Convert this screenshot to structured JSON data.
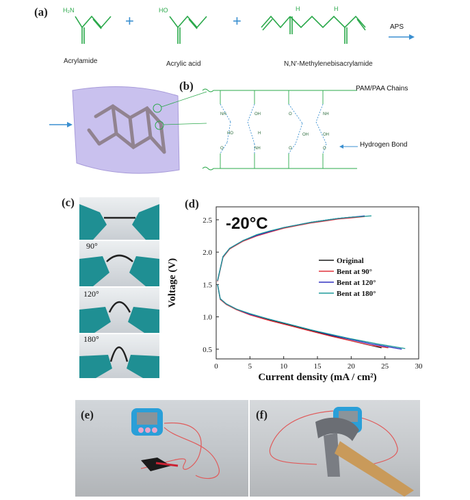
{
  "panels": {
    "a": "(a)",
    "b": "(b)",
    "c": "(c)",
    "d": "(d)",
    "e": "(e)",
    "f": "(f)"
  },
  "reaction": {
    "amide_group": "H₂N",
    "acid_group": "HO",
    "nh_label": "H",
    "plus": "+",
    "reagent_1": "Acrylamide",
    "reagent_2": "Acrylic acid",
    "reagent_3": "N,N'-Methylenebisacrylamide",
    "initiator": "APS"
  },
  "network": {
    "chains_label": "PAM/PAA Chains",
    "hbond_label": "Hydrogen Bond"
  },
  "bending": {
    "angles": [
      "90°",
      "120°",
      "180°"
    ]
  },
  "chart_data": {
    "type": "line",
    "title": "-20°C",
    "xlabel": "Current density (mA / cm²)",
    "ylabel": "Voltage (V)",
    "xlim": [
      0,
      30
    ],
    "ylim": [
      0.35,
      2.7
    ],
    "xticks": [
      "0",
      "5",
      "10",
      "15",
      "20",
      "25",
      "30"
    ],
    "yticks": [
      "0.5",
      "1.0",
      "1.5",
      "2.0",
      "2.5"
    ],
    "legend_position": "center-right",
    "series": [
      {
        "name": "Original",
        "color": "#1a1a1a",
        "charge": [
          [
            0.2,
            1.55
          ],
          [
            1,
            1.92
          ],
          [
            2,
            2.05
          ],
          [
            4,
            2.18
          ],
          [
            6,
            2.26
          ],
          [
            8,
            2.32
          ],
          [
            10,
            2.38
          ],
          [
            12,
            2.42
          ],
          [
            14,
            2.46
          ],
          [
            16,
            2.49
          ],
          [
            18,
            2.52
          ],
          [
            20,
            2.54
          ],
          [
            21.5,
            2.55
          ]
        ],
        "discharge": [
          [
            0.2,
            1.5
          ],
          [
            0.6,
            1.28
          ],
          [
            1.5,
            1.2
          ],
          [
            3,
            1.12
          ],
          [
            5,
            1.04
          ],
          [
            8,
            0.95
          ],
          [
            11,
            0.87
          ],
          [
            14,
            0.79
          ],
          [
            17,
            0.71
          ],
          [
            20,
            0.63
          ],
          [
            22,
            0.58
          ],
          [
            24.5,
            0.52
          ]
        ]
      },
      {
        "name": "Bent at 90°",
        "color": "#e0303a",
        "charge": [
          [
            0.2,
            1.55
          ],
          [
            1,
            1.92
          ],
          [
            2,
            2.05
          ],
          [
            4,
            2.17
          ],
          [
            6,
            2.25
          ],
          [
            8,
            2.31
          ],
          [
            10,
            2.37
          ],
          [
            12,
            2.41
          ],
          [
            14,
            2.45
          ],
          [
            16,
            2.48
          ],
          [
            18,
            2.51
          ],
          [
            20,
            2.53
          ],
          [
            22,
            2.55
          ]
        ],
        "discharge": [
          [
            0.2,
            1.5
          ],
          [
            0.6,
            1.27
          ],
          [
            1.5,
            1.19
          ],
          [
            3,
            1.11
          ],
          [
            5,
            1.03
          ],
          [
            8,
            0.94
          ],
          [
            11,
            0.86
          ],
          [
            14,
            0.78
          ],
          [
            17,
            0.7
          ],
          [
            20,
            0.63
          ],
          [
            23,
            0.56
          ],
          [
            25.5,
            0.52
          ]
        ]
      },
      {
        "name": "Bent at 120°",
        "color": "#3030c0",
        "charge": [
          [
            0.2,
            1.56
          ],
          [
            1,
            1.93
          ],
          [
            2,
            2.06
          ],
          [
            4,
            2.18
          ],
          [
            6,
            2.26
          ],
          [
            8,
            2.32
          ],
          [
            10,
            2.38
          ],
          [
            12,
            2.42
          ],
          [
            14,
            2.46
          ],
          [
            16,
            2.49
          ],
          [
            18,
            2.52
          ],
          [
            20,
            2.54
          ],
          [
            22,
            2.56
          ]
        ],
        "discharge": [
          [
            0.2,
            1.5
          ],
          [
            0.6,
            1.28
          ],
          [
            1.5,
            1.2
          ],
          [
            3,
            1.12
          ],
          [
            5,
            1.04
          ],
          [
            8,
            0.96
          ],
          [
            11,
            0.88
          ],
          [
            14,
            0.8
          ],
          [
            17,
            0.72
          ],
          [
            20,
            0.65
          ],
          [
            23,
            0.58
          ],
          [
            27.5,
            0.5
          ]
        ]
      },
      {
        "name": "Bent at 180°",
        "color": "#1f9a9a",
        "charge": [
          [
            0.2,
            1.56
          ],
          [
            1,
            1.93
          ],
          [
            2,
            2.06
          ],
          [
            4,
            2.18
          ],
          [
            6,
            2.27
          ],
          [
            8,
            2.33
          ],
          [
            10,
            2.38
          ],
          [
            12,
            2.42
          ],
          [
            14,
            2.46
          ],
          [
            16,
            2.49
          ],
          [
            18,
            2.52
          ],
          [
            20,
            2.54
          ],
          [
            23,
            2.56
          ]
        ],
        "discharge": [
          [
            0.2,
            1.5
          ],
          [
            0.6,
            1.28
          ],
          [
            1.5,
            1.2
          ],
          [
            3,
            1.12
          ],
          [
            5,
            1.05
          ],
          [
            8,
            0.96
          ],
          [
            11,
            0.88
          ],
          [
            14,
            0.8
          ],
          [
            17,
            0.73
          ],
          [
            20,
            0.66
          ],
          [
            24,
            0.58
          ],
          [
            28,
            0.51
          ]
        ]
      }
    ]
  },
  "colors": {
    "chem": "#2aa84a",
    "arrow": "#3a8fd0",
    "hydrogel": "#b9b0e6",
    "glove": "#1f8f93"
  }
}
